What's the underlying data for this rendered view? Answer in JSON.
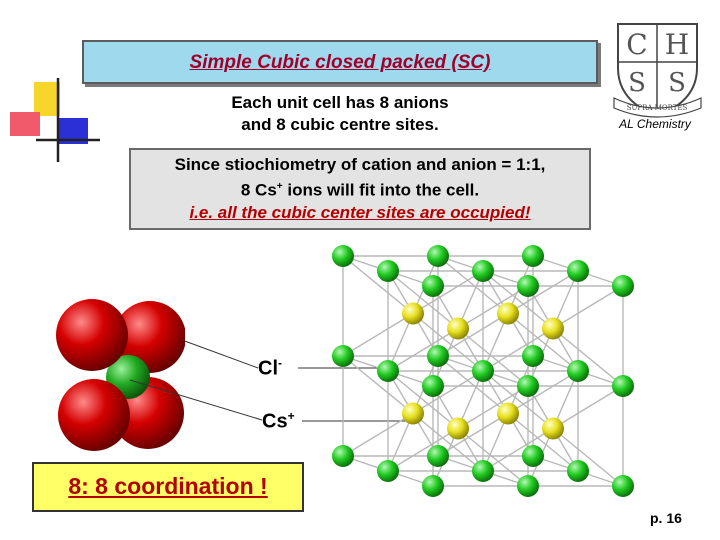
{
  "slide": {
    "title": "Simple Cubic closed packed (SC)",
    "subtitle_line1": "Each unit cell has 8 anions",
    "subtitle_line2": "and 8 cubic centre sites.",
    "info_line1": "Since stiochiometry of cation and anion = 1:1,",
    "info_line2_pre": "8 Cs",
    "info_line2_sup": "+",
    "info_line2_post": " ions will fit into the cell.",
    "info_line3": "i.e.  all the cubic center sites are occupied!",
    "anion_label": "Cl",
    "anion_sup": "-",
    "cation_label": "Cs",
    "cation_sup": "+",
    "coordination": "8: 8 coordination !",
    "logo_caption": "AL Chemistry",
    "crest_letters": [
      "C",
      "H",
      "S",
      "S"
    ],
    "crest_motto": "SUPRA MORTES",
    "page_number": "p. 16"
  },
  "colors": {
    "title_bg": "#9fd9ee",
    "title_text": "#a0002a",
    "info_bg": "#e3e3e3",
    "coord_bg": "#ffff66",
    "chloride": "#d40000",
    "cesium_model": "#22aa22",
    "lattice_green": "#22cc22",
    "lattice_yellow": "#e8e020"
  }
}
